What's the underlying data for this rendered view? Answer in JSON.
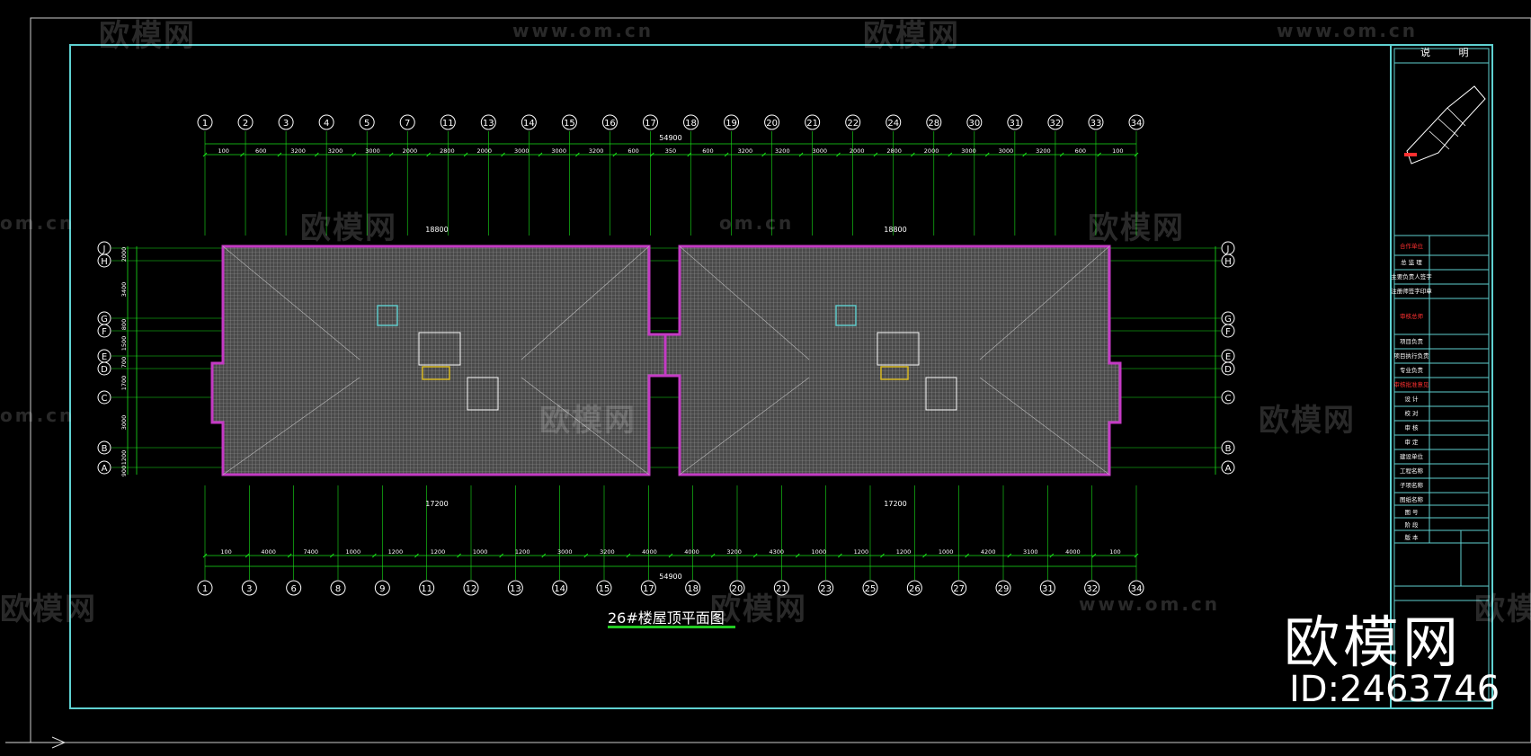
{
  "drawing_title": "26#楼屋顶平面图",
  "watermark": {
    "brand": "欧模网",
    "url": "www.om.cn",
    "url_short": "om.cn",
    "id_label": "ID:2463746"
  },
  "title_block": {
    "heading": "说 明",
    "rows": [
      "合作单位",
      "总 监 理",
      "主要负责人签字",
      "注册师签字印章",
      "审核总师",
      "项目负责",
      "项目执行负责",
      "专业负责",
      "审核批准意见",
      "设 计",
      "校 对",
      "审 核",
      "审 定",
      "建设单位",
      "工程名称",
      "子项名称",
      "图纸名称",
      "图 号",
      "阶 段",
      "版 本"
    ]
  },
  "axes_top": [
    "1",
    "2",
    "3",
    "4",
    "5",
    "7",
    "11",
    "13",
    "14",
    "15",
    "16",
    "17",
    "18",
    "19",
    "20",
    "21",
    "22",
    "24",
    "28",
    "30",
    "31",
    "32",
    "33",
    "34"
  ],
  "axes_bottom": [
    "1",
    "3",
    "6",
    "8",
    "9",
    "11",
    "12",
    "13",
    "14",
    "15",
    "17",
    "18",
    "20",
    "21",
    "23",
    "25",
    "26",
    "27",
    "29",
    "31",
    "32",
    "34"
  ],
  "axes_left": [
    "J",
    "H",
    "G",
    "F",
    "E",
    "D",
    "C",
    "B",
    "A"
  ],
  "dimensions": {
    "total": "54900",
    "top_chain": [
      "100",
      "600",
      "3200",
      "3200",
      "3000",
      "2000",
      "2800",
      "2000",
      "3000",
      "3000",
      "3200",
      "600",
      "350",
      "600",
      "3200",
      "3200",
      "3000",
      "2000",
      "2800",
      "2000",
      "3000",
      "3000",
      "3200",
      "600",
      "100"
    ],
    "bottom_chain": [
      "100",
      "4000",
      "7400",
      "1000",
      "1200",
      "1200",
      "1000",
      "1200",
      "3000",
      "3200",
      "4000",
      "4000",
      "3200",
      "4300",
      "1000",
      "1200",
      "1200",
      "1000",
      "4200",
      "3100",
      "4000",
      "100"
    ],
    "inner_top": "18800",
    "inner_bottom": "17200",
    "left_chain": [
      "2000",
      "3400",
      "800",
      "1500",
      "700",
      "1700",
      "3000",
      "1200",
      "900"
    ]
  },
  "colors": {
    "frame": "#5fd1d1",
    "grid": "#19e019",
    "wall": "#c43ac4",
    "fill": "#8a8a8a",
    "text": "#ffffff",
    "red": "#ff3030",
    "yellow": "#e0c020"
  }
}
